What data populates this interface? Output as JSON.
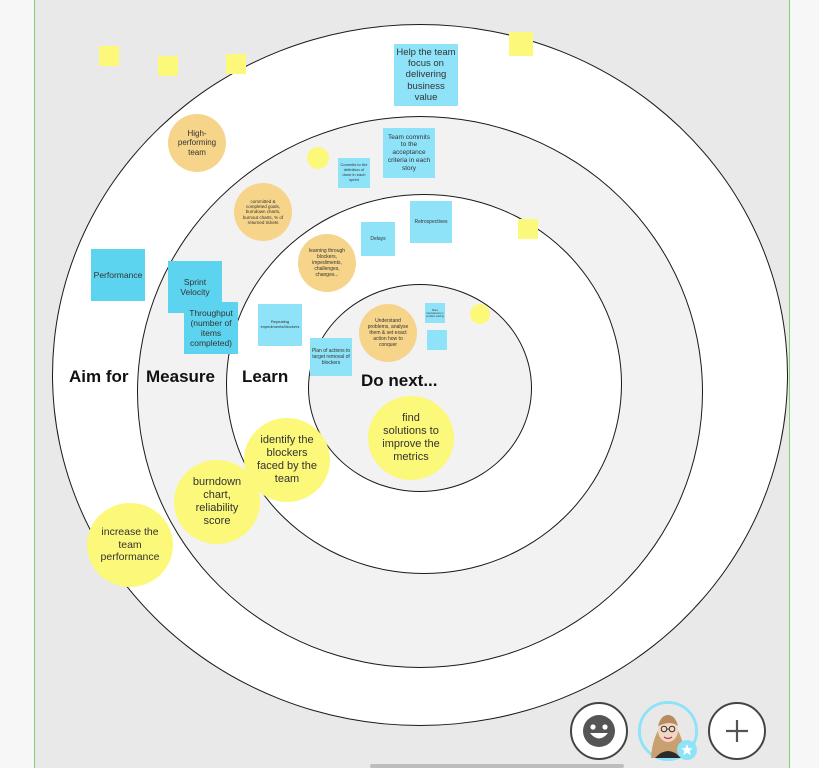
{
  "rings": {
    "aim_label": "Aim for",
    "measure_label": "Measure",
    "learn_label": "Learn",
    "next_label": "Do next..."
  },
  "notes": {
    "help_team": "Help the team focus on delivering business value",
    "team_commits": "Team commits to the acceptance criteria in each story",
    "commits_dod": "Commits to the definition of done in each sprint",
    "retrospectives": "Retrospectives",
    "delays": "Delays",
    "performance": "Performance",
    "sprint_velocity": "Sprint Velocity",
    "throughput": "Throughput (number of items completed)",
    "repeating": "Repeating impediments/blockers",
    "plan_actions": "Plan of actions to target removal of blockers",
    "high_performing": "High-performing team",
    "committed_goals": "committed & completed goals, burndown charts, burnout charts, % of returned tickets",
    "learning_blockers": "learning through blockers, impediments, challenges, changes...",
    "understand_problems": "Understand problems, analyse them & set exact action how to conquer",
    "tiny_blue": "More transparency in problem solving",
    "find_solutions": "find solutions to improve the metrics",
    "identify_blockers": "identify the blockers faced by the team",
    "burndown": "burndown chart, reliability score",
    "increase_perf": "increase the team performance"
  },
  "colors": {
    "board": "#e9e9e9",
    "blue_note": "#8ee3f8",
    "yellow_note": "#fbf87a",
    "orange_note": "#f6d48a",
    "frame_border": "#7fd36c"
  },
  "dock": {
    "emoji_icon": "smiley-icon",
    "avatar_icon": "user-avatar",
    "add_icon": "plus-icon"
  }
}
